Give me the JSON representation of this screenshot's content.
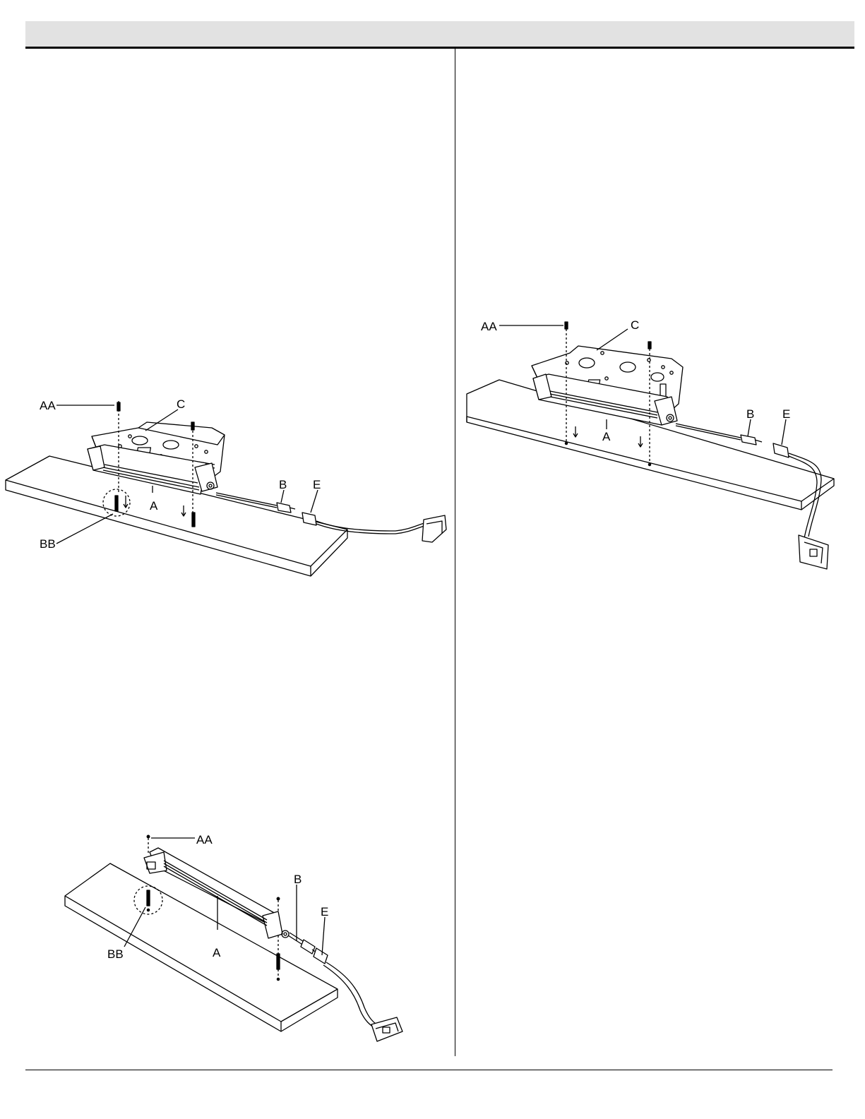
{
  "figure_top_left": {
    "labels": {
      "aa": "AA",
      "c": "C",
      "b": "B",
      "e": "E",
      "a": "A",
      "bb": "BB"
    }
  },
  "figure_top_right": {
    "labels": {
      "aa": "AA",
      "c": "C",
      "b": "B",
      "e": "E",
      "a": "A"
    }
  },
  "figure_bottom_left": {
    "labels": {
      "aa": "AA",
      "b": "B",
      "e": "E",
      "a": "A",
      "bb": "BB"
    }
  }
}
